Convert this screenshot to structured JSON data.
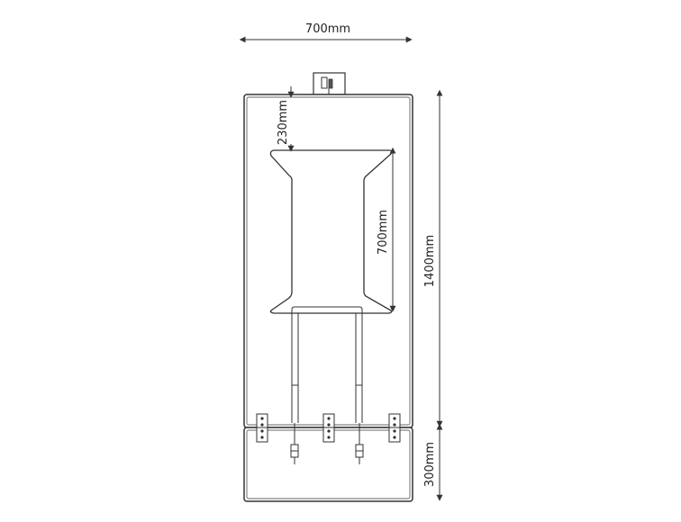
{
  "dimensions": {
    "top_width": "700mm",
    "top_clearance": "230mm",
    "inner_height": "700mm",
    "total_height": "1400mm",
    "base_height": "300mm"
  },
  "colors": {
    "line": "#333333",
    "fill": "#ffffff",
    "hinge": "#555555"
  }
}
